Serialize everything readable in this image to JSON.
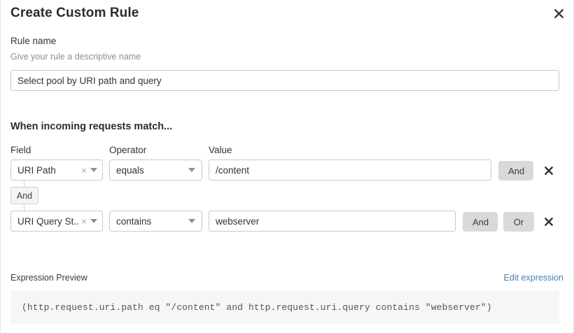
{
  "dialog": {
    "title": "Create Custom Rule",
    "close_icon": "close-icon"
  },
  "rule_name": {
    "label": "Rule name",
    "sublabel": "Give your rule a descriptive name",
    "value": "Select pool by URI path and query",
    "placeholder": "Select pool by URI path and query"
  },
  "conditions": {
    "heading": "When incoming requests match...",
    "columns": {
      "field": "Field",
      "operator": "Operator",
      "value": "Value"
    },
    "connector": {
      "label": "And"
    },
    "rows": [
      {
        "field": "URI Path",
        "field_clear_icon": "clear-icon",
        "field_caret_icon": "chevron-down-icon",
        "operator": "equals",
        "operator_caret_icon": "chevron-down-icon",
        "value": "/content",
        "buttons": [
          "And"
        ],
        "delete_icon": "close-icon"
      },
      {
        "field": "URI Query St...",
        "field_clear_icon": "clear-icon",
        "field_caret_icon": "chevron-down-icon",
        "operator": "contains",
        "operator_caret_icon": "chevron-down-icon",
        "value": "webserver",
        "buttons": [
          "And",
          "Or"
        ],
        "delete_icon": "close-icon"
      }
    ]
  },
  "expression": {
    "label": "Expression Preview",
    "edit_link": "Edit expression",
    "code": "(http.request.uri.path eq \"/content\" and http.request.uri.query contains \"webserver\")"
  },
  "colors": {
    "link": "#4a7fa8",
    "button_bg": "#d9d9d9",
    "code_bg": "#f6f6f6",
    "border": "#c9c9c9"
  }
}
